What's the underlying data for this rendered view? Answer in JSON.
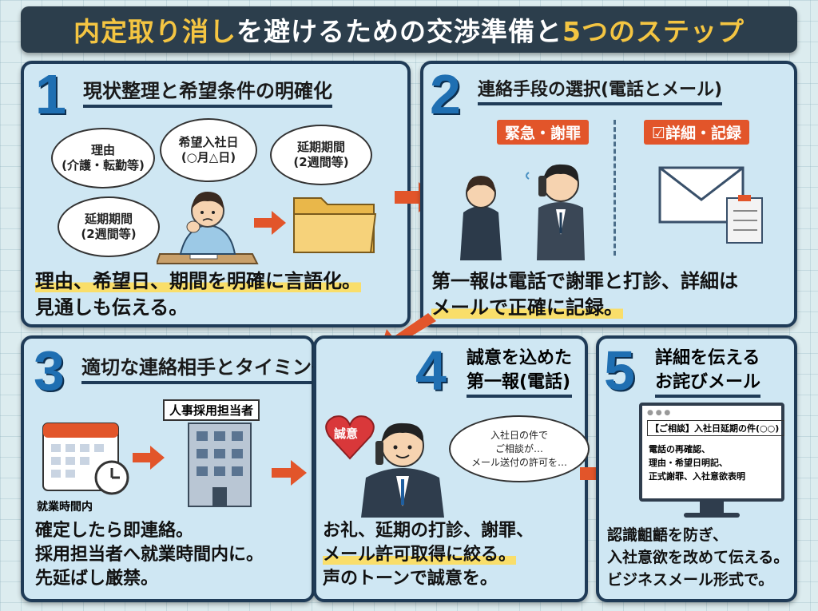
{
  "title": {
    "part1": "内定取り消し",
    "part2": "を避けるための交渉準備と",
    "part3": "5つのステップ"
  },
  "steps": [
    {
      "number": "1",
      "heading": "現状整理と希望条件の明確化",
      "bubbles": [
        "理由\n(介護・転勤等)",
        "希望入社日\n(○月△日)",
        "延期期間\n(2週間等)",
        "延期期間\n(2週間等)"
      ],
      "body_line1": "理由、希望日、期間を明確に言語化。",
      "body_line2": "見通しも伝える。"
    },
    {
      "number": "2",
      "heading": "連絡手段の選択(電話とメール)",
      "tag_phone": "緊急・謝罪",
      "tag_mail": "☑詳細・記録",
      "body_line1": "第一報は電話で謝罪と打診、詳細は",
      "body_line2": "メールで正確に記録。"
    },
    {
      "number": "3",
      "heading": "適切な連絡相手とタイミング",
      "label_hr": "人事採用担当者",
      "label_hours": "就業時間内",
      "body_line1": "確定したら即連絡。",
      "body_line2": "採用担当者へ就業時間内に。",
      "body_line3": "先延ばし厳禁。"
    },
    {
      "number": "4",
      "heading_line1": "誠意を込めた",
      "heading_line2": "第一報(電話)",
      "heart_label": "誠意",
      "speech": "入社日の件で\nご相談が…\nメール送付の許可を…",
      "body_line1": "お礼、延期の打診、謝罪、",
      "body_line2": "メール許可取得に絞る。",
      "body_line3": "声のトーンで誠意を。"
    },
    {
      "number": "5",
      "heading_line1": "詳細を伝える",
      "heading_line2": "お詫びメール",
      "mail_subject": "【ご相談】入社日延期の件(○○)",
      "mail_body": "電話の再確認、\n理由・希望日明記、\n正式謝罪、入社意欲表明",
      "body_line1": "認識齟齬を防ぎ、",
      "body_line2": "入社意欲を改めて伝える。",
      "body_line3": "ビジネスメール形式で。"
    }
  ],
  "colors": {
    "navy": "#1f3b57",
    "blue_number": "#1f6fb2",
    "arrow": "#e2552a",
    "highlight": "#f9de6a",
    "card": "#cfe7f3"
  }
}
